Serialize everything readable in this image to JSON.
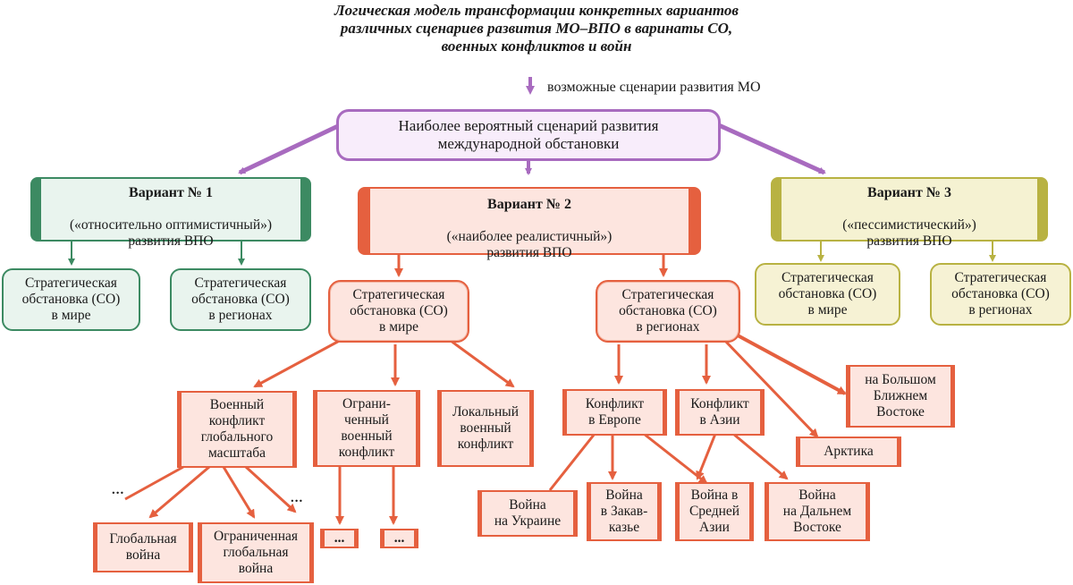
{
  "title": "Логическая модель трансформации конкретных вариантов\nразличных сценариев развития МО–ВПО в варинаты СО,\nвоенных конфликтов и войн",
  "legend": {
    "label": "возможные сценарии развития МО"
  },
  "top_node": {
    "text": "Наиболее вероятный сценарий развития\nмеждународной обстановки"
  },
  "variants": [
    {
      "title": "Вариант № 1",
      "text": "(«относительно оптимистичный»)\nразвития ВПО",
      "color": "#3c8a62"
    },
    {
      "title": "Вариант № 2",
      "text": "(«наиболее реалистичный»)\nразвития ВПО",
      "color": "#e5603f"
    },
    {
      "title": "Вариант № 3",
      "text": "(«пессимистический»)\nразвития ВПО",
      "color": "#b8b242"
    }
  ],
  "v1_children": [
    "Стратегическая\nобстановка (СО)\nв мире",
    "Стратегическая\nобстановка (СО)\nв регионах"
  ],
  "v2_children": [
    "Стратегическая\nобстановка (СО)\nв мире",
    "Стратегическая\nобстановка (СО)\nв регионах"
  ],
  "v3_children": [
    "Стратегическая\nобстановка (СО)\nв мире",
    "Стратегическая\nобстановка (СО)\nв регионах"
  ],
  "world_conflicts": [
    "Военный\nконфликт\nглобального\nмасштаба",
    "Ограни-\nченный\nвоенный\nконфликт",
    "Локальный\nвоенный\nконфликт"
  ],
  "wars": [
    "Глобальная\nвойна",
    "Ограниченная\nглобальная\nвойна"
  ],
  "regional_conflicts": [
    "Конфликт\nв Европе",
    "Конфликт\nв Азии",
    "на Большом\nБлижнем\nВостоке",
    "Арктика"
  ],
  "regional_wars": [
    "Война\nна Украине",
    "Война\nв Закав-\nказье",
    "Война в\nСредней\nАзии",
    "Война\nна Дальнем\nВостоке"
  ],
  "ellipsis": "...",
  "colors": {
    "purple": "#a86bbf",
    "green": "#3c8a62",
    "red": "#e5603f",
    "olive": "#b8b242"
  }
}
